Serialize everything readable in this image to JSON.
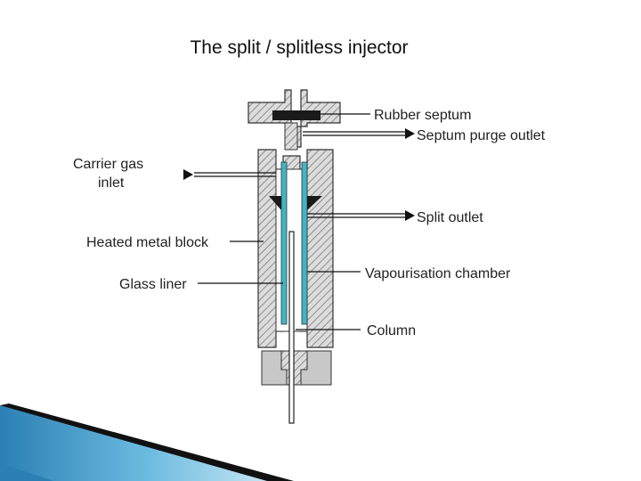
{
  "title": "The split / splitless injector",
  "labels": {
    "rubber_septum": "Rubber septum",
    "septum_purge_outlet": "Septum purge outlet",
    "carrier_gas_line1": "Carrier gas",
    "carrier_gas_line2": "inlet",
    "heated_metal_block": "Heated metal block",
    "split_outlet": "Split outlet",
    "glass_liner": "Glass liner",
    "vapourisation_chamber": "Vapourisation chamber",
    "column": "Column"
  },
  "colors": {
    "hatch": "#9a9a9a",
    "metal": "#c8c8c8",
    "liner": "#3fb6c6",
    "septum": "#1a1a1a",
    "slide_accent_dark": "#000000",
    "slide_accent_blue": "#4a9cc7",
    "slide_accent_light": "#bfe2f0"
  }
}
